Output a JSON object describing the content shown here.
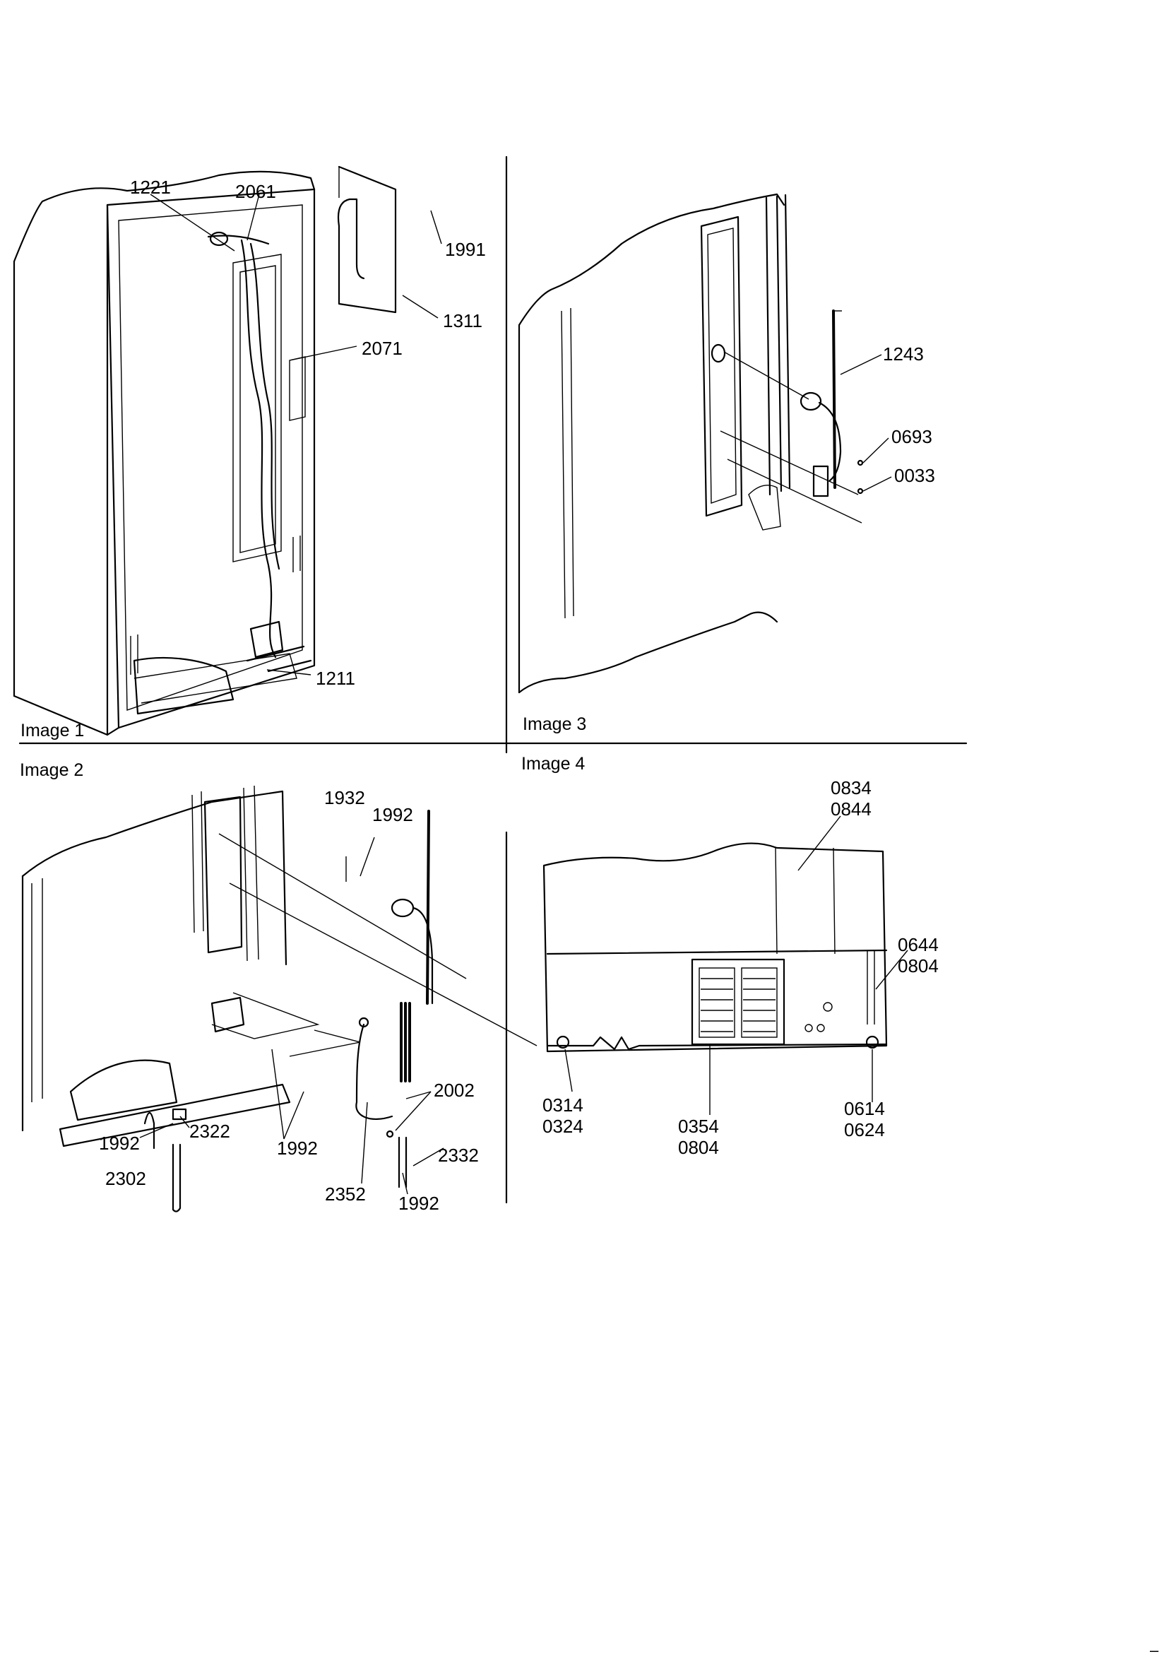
{
  "panels": [
    {
      "title": "Image 1",
      "callouts": [
        "1221",
        "2061",
        "1991",
        "1311",
        "2071",
        "1211"
      ]
    },
    {
      "title": "Image 2",
      "callouts": [
        "1932",
        "1992",
        "2002",
        "2322",
        "1992",
        "1992",
        "2302",
        "2332",
        "2352",
        "1992"
      ]
    },
    {
      "title": "Image 3",
      "callouts": [
        "1243",
        "0693",
        "0033"
      ]
    },
    {
      "title": "Image 4",
      "callouts": [
        "0834\n0844",
        "0644\n0804",
        "0314\n0324",
        "0354\n0804",
        "0614\n0624"
      ]
    }
  ],
  "edge_mark": "–"
}
